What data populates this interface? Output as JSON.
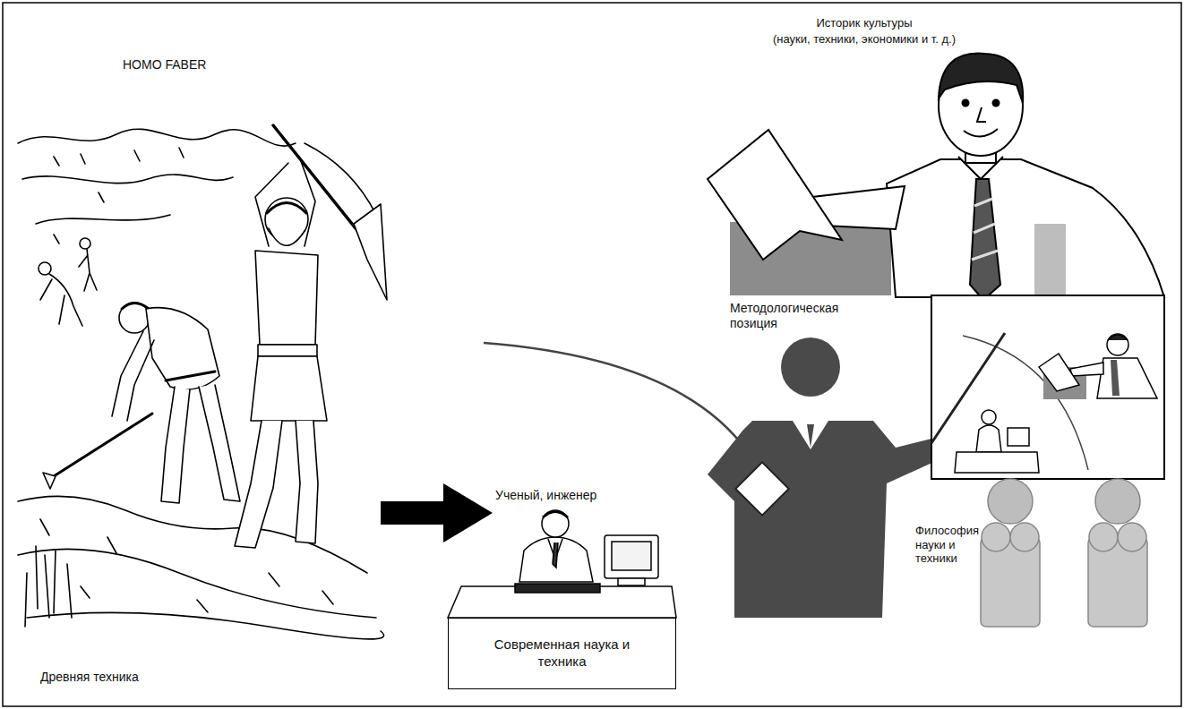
{
  "diagram": {
    "nodes": [
      {
        "text": [
          "Современная наука и техника"
        ]
      }
    ],
    "labels": [
      "HOMO FABER",
      "Историк культуры",
      "(науки, техники, экономики и т. д.)",
      "Методологическая позиция",
      "Ученый, инженер",
      "Философия науки и техники",
      "Древняя техника"
    ]
  }
}
